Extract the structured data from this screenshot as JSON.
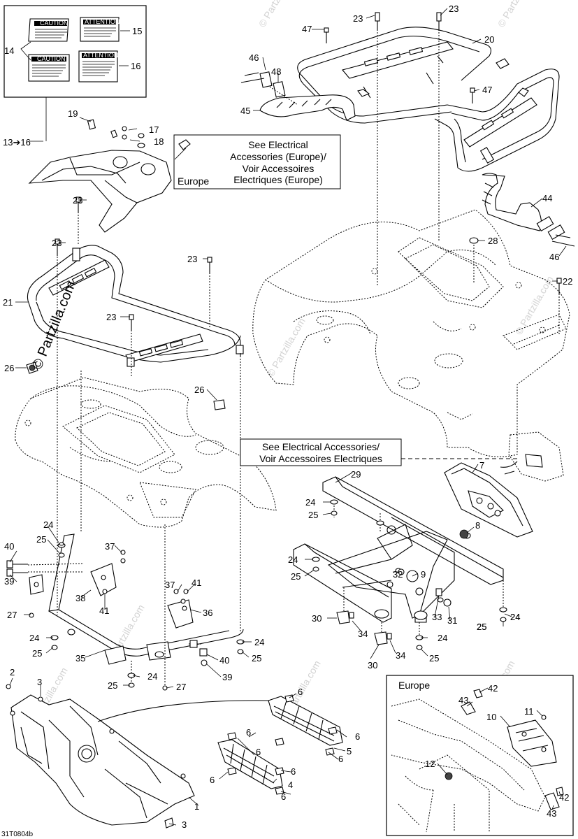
{
  "callouts": {
    "c1": "1",
    "c2": "2",
    "c3a": "3",
    "c3b": "3",
    "c4": "4",
    "c5": "5",
    "c6a": "6",
    "c6b": "6",
    "c6c": "6",
    "c6d": "6",
    "c6e": "6",
    "c6f": "6",
    "c6g": "6",
    "c6h": "6",
    "c7": "7",
    "c8": "8",
    "c9": "9",
    "c10": "10",
    "c11": "11",
    "c12": "12",
    "c13_16": "13➔16",
    "c14": "14",
    "c15": "15",
    "c16": "16",
    "c17": "17",
    "c18": "18",
    "c19": "19",
    "c20": "20",
    "c21": "21",
    "c22": "22",
    "c23a": "23",
    "c23b": "23",
    "c23c": "23",
    "c23d": "23",
    "c23e": "23",
    "c23f": "23",
    "c24a": "24",
    "c24b": "24",
    "c24c": "24",
    "c24d": "24",
    "c24e": "24",
    "c24f": "24",
    "c24g": "24",
    "c24h": "24",
    "c24i": "24",
    "c25a": "25",
    "c25b": "25",
    "c25c": "25",
    "c25d": "25",
    "c25e": "25",
    "c25f": "25",
    "c25g": "25",
    "c25h": "25",
    "c25i": "25",
    "c26a": "26",
    "c26b": "26",
    "c27a": "27",
    "c27b": "27",
    "c28": "28",
    "c29": "29",
    "c30a": "30",
    "c30b": "30",
    "c31": "31",
    "c32": "32",
    "c33": "33",
    "c34a": "34",
    "c34b": "34",
    "c35": "35",
    "c36": "36",
    "c37a": "37",
    "c37b": "37",
    "c38": "38",
    "c39a": "39",
    "c39b": "39",
    "c40a": "40",
    "c40b": "40",
    "c41a": "41",
    "c41b": "41",
    "c42a": "42",
    "c42b": "42",
    "c43a": "43",
    "c43b": "43",
    "c44": "44",
    "c45": "45",
    "c46a": "46",
    "c46b": "46",
    "c47a": "47",
    "c47b": "47",
    "c48": "48"
  },
  "notes": {
    "elec_europe_1": "See Electrical",
    "elec_europe_2": "Accessories (Europe)/",
    "elec_europe_3": "Voir Accessoires",
    "elec_europe_4": "Electriques (Europe)",
    "europe_tag": "Europe",
    "elec_1": "See Electrical Accessories/",
    "elec_2": "Voir Accessoires Electriques",
    "inset_title": "Europe"
  },
  "labels": {
    "caution": "CAUTION",
    "attention": "ATTENTION"
  },
  "watermarks": {
    "main": "© Partzilla.com",
    "faint": "© Partzilla.com"
  },
  "figure_code": "31T0804b"
}
